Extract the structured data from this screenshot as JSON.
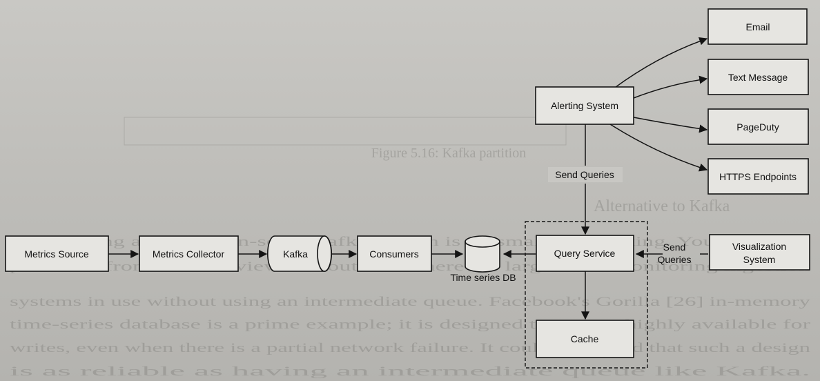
{
  "diagram": {
    "nodes": {
      "metrics_source": "Metrics Source",
      "metrics_collector": "Metrics Collector",
      "kafka": "Kafka",
      "consumers": "Consumers",
      "time_series_db": "Time series DB",
      "query_service": "Query Service",
      "cache": "Cache",
      "alerting_system": "Alerting System",
      "email": "Email",
      "text_message": "Text Message",
      "pageduty": "PageDuty",
      "https_endpoints": "HTTPS Endpoints",
      "visualization_line1": "Visualization",
      "visualization_line2": "System"
    },
    "edge_labels": {
      "alert_send_queries": "Send Queries",
      "viz_send_line1": "Send",
      "viz_send_line2": "Queries"
    }
  },
  "background_page": {
    "figure_caption": "Figure 5.16: Kafka partition",
    "heading": "Alternative to Kafka",
    "paragraph_lines": [
      "Maintaining a production-scale Kafka system is no small undertaking. You might get",
      "pushback from the interviewer about this. There are large-scale monitoring ingestion",
      "systems in use without using an intermediate queue. Facebook's Gorilla [26] in-memory",
      "time-series database is a prime example; it is designed to remain highly available for",
      "writes, even when there is a partial network failure. It could be argued that such a design",
      "is as reliable as having an intermediate queue like Kafka."
    ]
  }
}
